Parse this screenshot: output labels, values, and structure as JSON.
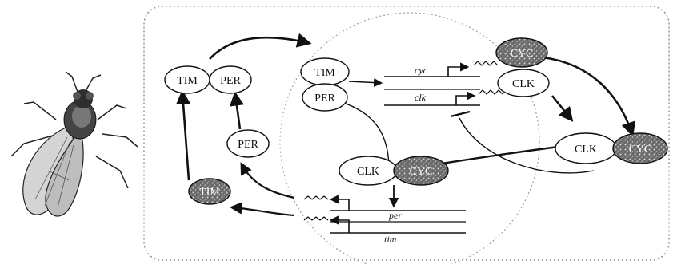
{
  "proteins": {
    "tim": "TIM",
    "per": "PER",
    "clk": "CLK",
    "cyc": "CYC"
  },
  "genes": {
    "cyc": "cyc",
    "clk": "clk",
    "per": "per",
    "tim": "tim"
  },
  "figure": {
    "organism_icon": "fruit-fly-icon"
  },
  "colors": {
    "light_protein": "#ffffff",
    "dark_protein": "#6e6e6e",
    "line": "#111111",
    "nucleus_border": "#9a9a9a",
    "frame_border": "#8a8a8a"
  }
}
